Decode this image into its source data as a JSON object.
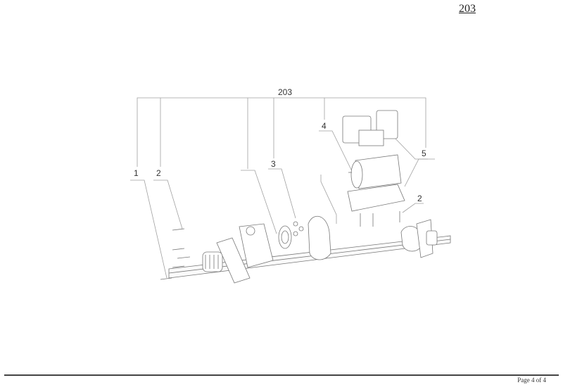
{
  "header": {
    "page_code": "203"
  },
  "diagram": {
    "assembly_label": "203",
    "callouts": [
      {
        "id": "1",
        "label": "1"
      },
      {
        "id": "2a",
        "label": "2"
      },
      {
        "id": "3",
        "label": "3"
      },
      {
        "id": "4",
        "label": "4"
      },
      {
        "id": "5",
        "label": "5"
      },
      {
        "id": "2b",
        "label": "2"
      }
    ],
    "colors": {
      "line": "#9a9a9a",
      "part": "#777777",
      "text": "#333333"
    }
  },
  "footer": {
    "page_text": "Page 4 of 4"
  }
}
